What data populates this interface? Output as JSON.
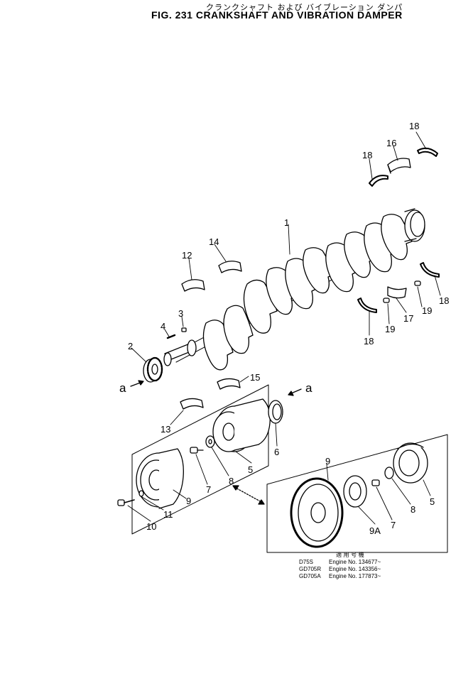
{
  "figure": {
    "title_jp": "クランクシャフト および バイブレーション ダンパ",
    "title_en": "FIG. 231  CRANKSHAFT AND VIBRATION DAMPER"
  },
  "callouts": {
    "c1": "1",
    "c2": "2",
    "c3": "3",
    "c4": "4",
    "c5": "5",
    "c5b": "5",
    "c6": "6",
    "c7": "7",
    "c7b": "7",
    "c8": "8",
    "c8b": "8",
    "c9": "9",
    "c9b": "9",
    "c9a": "9A",
    "c10": "10",
    "c11": "11",
    "c12": "12",
    "c13": "13",
    "c14": "14",
    "c15": "15",
    "c16": "16",
    "c17": "17",
    "c18a": "18",
    "c18b": "18",
    "c18c": "18",
    "c18d": "18",
    "c19a": "19",
    "c19b": "19",
    "arrow_a_left": "a",
    "arrow_a_right": "a"
  },
  "applicability": {
    "header": "適 用 号 機",
    "rows": [
      {
        "model": "D75S",
        "engine": "Engine No. 134677~"
      },
      {
        "model": "GD705R",
        "engine": "Engine No. 143356~"
      },
      {
        "model": "GD705A",
        "engine": "Engine No. 177873~"
      }
    ]
  }
}
